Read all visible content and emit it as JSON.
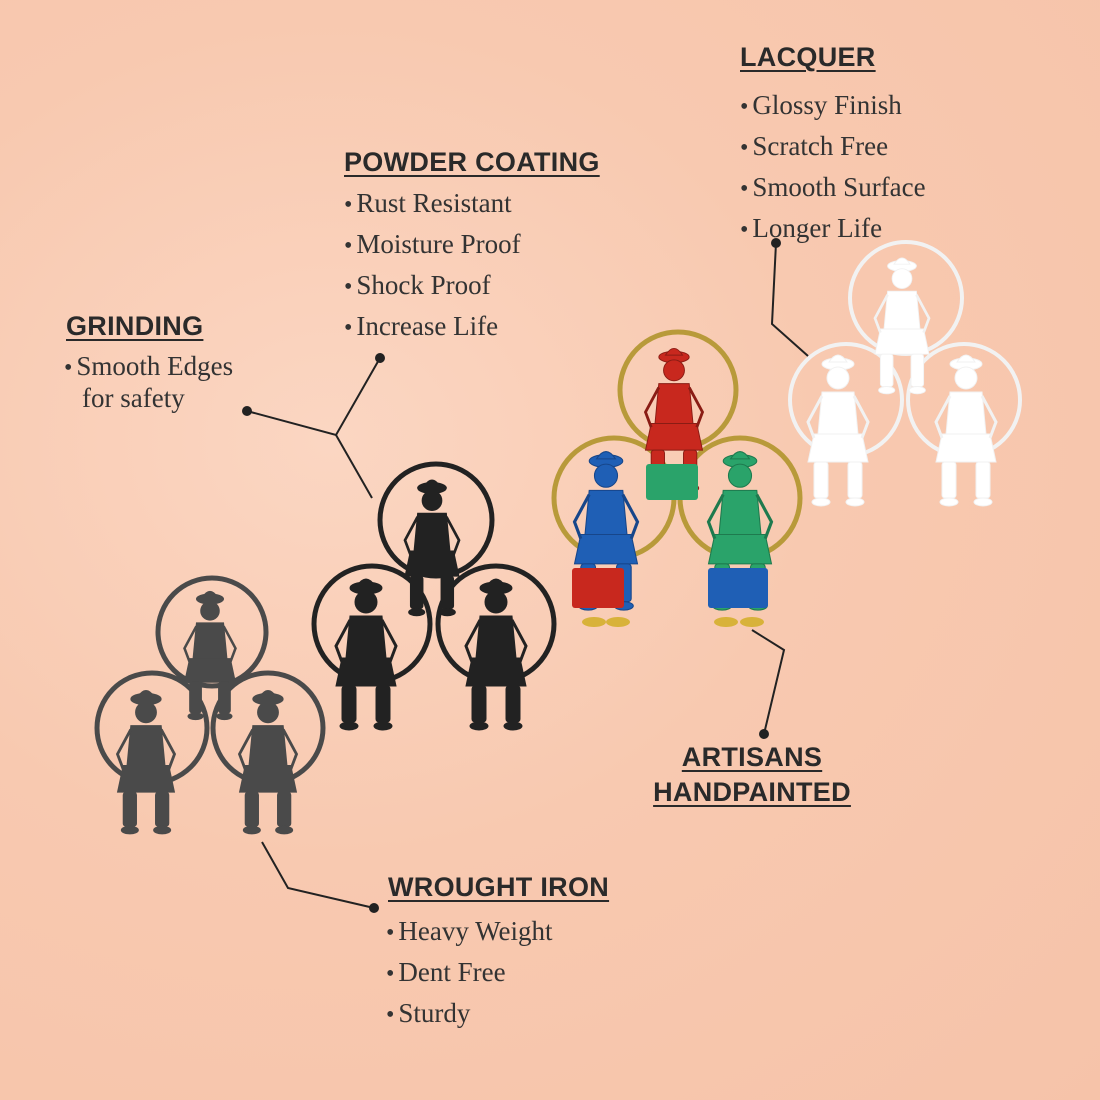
{
  "sections": {
    "lacquer": {
      "title": "LACQUER",
      "points": [
        "Glossy Finish",
        "Scratch Free",
        "Smooth Surface",
        "Longer Life"
      ]
    },
    "powder_coating": {
      "title": "POWDER COATING",
      "points": [
        "Rust Resistant",
        "Moisture Proof",
        "Shock Proof",
        "Increase Life"
      ]
    },
    "grinding": {
      "title": "GRINDING",
      "points": [
        "Smooth Edges",
        "for safety"
      ]
    },
    "artisans": {
      "title_line1": "ARTISANS",
      "title_line2": "HANDPAINTED"
    },
    "wrought_iron": {
      "title": "WROUGHT IRON",
      "points": [
        "Heavy Weight",
        "Dent Free",
        "Sturdy"
      ]
    }
  },
  "figures": [
    {
      "name": "raw-iron-figurine",
      "finish": "grey iron",
      "color": "#4a4a4a"
    },
    {
      "name": "powder-coated-figurine",
      "finish": "black powder coat",
      "color": "#222222"
    },
    {
      "name": "handpainted-figurine",
      "finish": "multicolor paint",
      "colors": [
        "#c8281e",
        "#1f5fb5",
        "#2aa36a",
        "#d8b23a"
      ]
    },
    {
      "name": "lacquered-figurine",
      "finish": "white lacquer",
      "color": "#ffffff"
    }
  ]
}
